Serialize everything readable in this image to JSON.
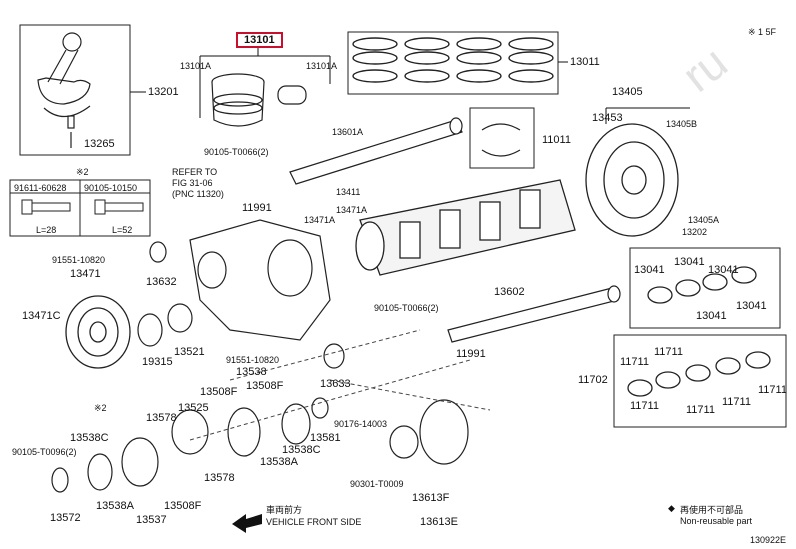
{
  "labels": {
    "p13101_main": "13101",
    "p13101a_left": "13101A",
    "p13101a_right": "13101A",
    "p13011": "13011",
    "p13201": "13201",
    "p13265": "13265",
    "note_x5f": "※ 1 5F",
    "p13405": "13405",
    "p13453": "13453",
    "p13405b": "13405B",
    "p13601a": "13601A",
    "p11011": "11011",
    "p90105_t0066_top": "90105-T0066(2)",
    "refer_to_1": "REFER TO",
    "refer_to_2": "FIG 31-06",
    "refer_to_3": "(PNC 11320)",
    "p11991_top": "11991",
    "p13411": "13411",
    "p13471a_1": "13471A",
    "p13471a_2": "13471A",
    "p13405a": "13405A",
    "p13202": "13202",
    "note_x2_top": "※2",
    "p91611_60628": "91611-60628",
    "p90105_10150": "90105-10150",
    "l28": "L=28",
    "l52": "L=52",
    "p91551_10820": "91551-10820",
    "p13471": "13471",
    "p13632": "13632",
    "p13041_a": "13041",
    "p13041_b": "13041",
    "p13041_c": "13041",
    "p13041_d": "13041",
    "p13041_e": "13041",
    "p13602": "13602",
    "p13471c": "13471C",
    "p19315": "19315",
    "p13521": "13521",
    "p90105_t0066_mid": "90105-T0066(2)",
    "p11991_mid": "11991",
    "p91551_10820_b": "91551-10820",
    "p13538": "13538",
    "p13633": "13633",
    "p11711_a": "11711",
    "p11711_b": "11711",
    "p11702": "11702",
    "p11711_c": "11711",
    "p11711_d": "11711",
    "p11711_e": "11711",
    "p11711_f": "11711",
    "p13508f_a": "13508F",
    "p13508f_b": "13508F",
    "p13525": "13525",
    "p13578_a": "13578",
    "note_x2_low": "※2",
    "p13538c_a": "13538C",
    "p90176_14003": "90176-14003",
    "p13538c_b": "13538C",
    "p13581": "13581",
    "p13538a_a": "13538A",
    "p90105_t0096": "90105-T0096(2)",
    "p13578_b": "13578",
    "p13538a_b": "13538A",
    "p13508f_c": "13508F",
    "p13537": "13537",
    "p13572": "13572",
    "p90301_t0009": "90301-T0009",
    "p13613f": "13613F",
    "p13613e": "13613E",
    "vehicle_front_jp": "車両前方",
    "vehicle_front_en": "VEHICLE FRONT SIDE",
    "legend_jp": "再使用不可部品",
    "legend_en": "Non-reusable part",
    "figure_code": "130922E",
    "watermark": "ru"
  },
  "colors": {
    "highlight": "#c8102e",
    "line": "#111111",
    "watermark": "#dcdcdc"
  }
}
